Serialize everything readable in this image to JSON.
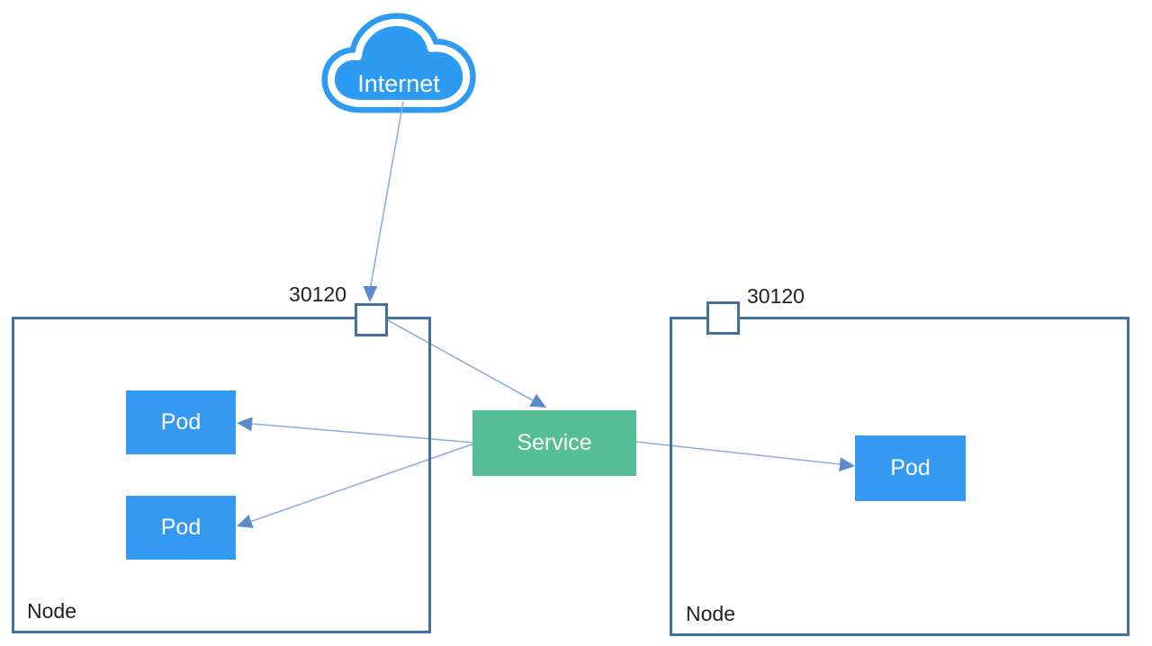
{
  "diagram": {
    "cloud": {
      "label": "Internet"
    },
    "service": {
      "label": "Service"
    },
    "nodes": [
      {
        "label": "Node",
        "port": "30120",
        "pods": [
          "Pod",
          "Pod"
        ]
      },
      {
        "label": "Node",
        "port": "30120",
        "pods": [
          "Pod"
        ]
      }
    ],
    "colors": {
      "cloud_blue": "#2E9BF3",
      "pod_blue": "#3598F2",
      "service_green": "#55BE93",
      "node_border": "#41719C",
      "arrow_line": "#8FAFDF",
      "arrow_head": "#5C8BCB",
      "label_text": "#1F1F1F",
      "box_text": "#FFFFFF"
    }
  }
}
